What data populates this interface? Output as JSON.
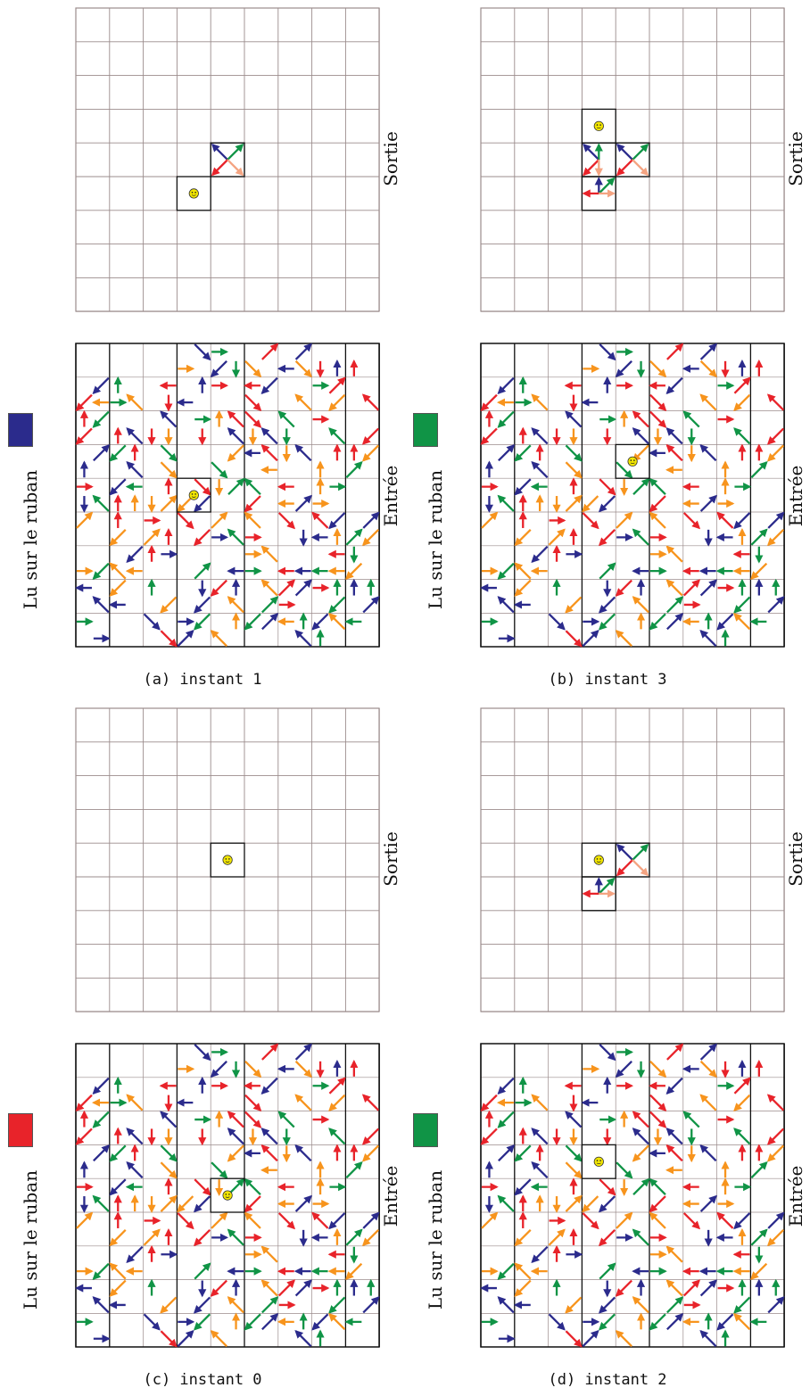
{
  "labels": {
    "output": "Sortie",
    "input": "Entrée",
    "tape": "Lu sur le ruban"
  },
  "colors": {
    "arrow_blue": "#2b2b8c",
    "arrow_green": "#109446",
    "arrow_orange": "#f7941d",
    "arrow_red": "#e8232a",
    "arrow_salmon": "#f4a482",
    "grid_line": "#9b8c8c",
    "smiley": "#f2e600"
  },
  "panels": [
    {
      "id": "a",
      "caption": "(a) instant 1",
      "tape_color": "#2b2b8c",
      "agent_output": {
        "col": 3,
        "row": 5
      },
      "agent_input": {
        "col": 3,
        "row": 4
      },
      "output_cells": [
        {
          "col": 4,
          "row": 4,
          "arrows": [
            "nw-blue",
            "ne-green",
            "sw-red",
            "se-salmon"
          ]
        }
      ]
    },
    {
      "id": "b",
      "caption": "(b) instant 3",
      "tape_color": "#109446",
      "agent_output": {
        "col": 3,
        "row": 3
      },
      "agent_input": {
        "col": 4,
        "row": 3
      },
      "output_cells": [
        {
          "col": 3,
          "row": 4,
          "arrows": [
            "nw-blue",
            "n-green",
            "sw-red",
            "s-salmon"
          ]
        },
        {
          "col": 4,
          "row": 4,
          "arrows": [
            "nw-blue",
            "ne-green",
            "sw-red",
            "se-salmon"
          ]
        },
        {
          "col": 3,
          "row": 5,
          "arrows": [
            "n-blue",
            "ne-green",
            "w-red",
            "e-salmon"
          ]
        }
      ]
    },
    {
      "id": "c",
      "caption": "(c) instant 0",
      "tape_color": "#e8232a",
      "agent_output": {
        "col": 4,
        "row": 4
      },
      "agent_input": {
        "col": 4,
        "row": 4
      },
      "output_cells": []
    },
    {
      "id": "d",
      "caption": "(d) instant 2",
      "tape_color": "#109446",
      "agent_output": {
        "col": 3,
        "row": 4
      },
      "agent_input": {
        "col": 3,
        "row": 3
      },
      "output_cells": [
        {
          "col": 4,
          "row": 4,
          "arrows": [
            "nw-blue",
            "ne-green",
            "sw-red",
            "se-salmon"
          ]
        },
        {
          "col": 3,
          "row": 5,
          "arrows": [
            "n-blue",
            "ne-green",
            "w-red",
            "e-salmon"
          ]
        }
      ]
    }
  ]
}
